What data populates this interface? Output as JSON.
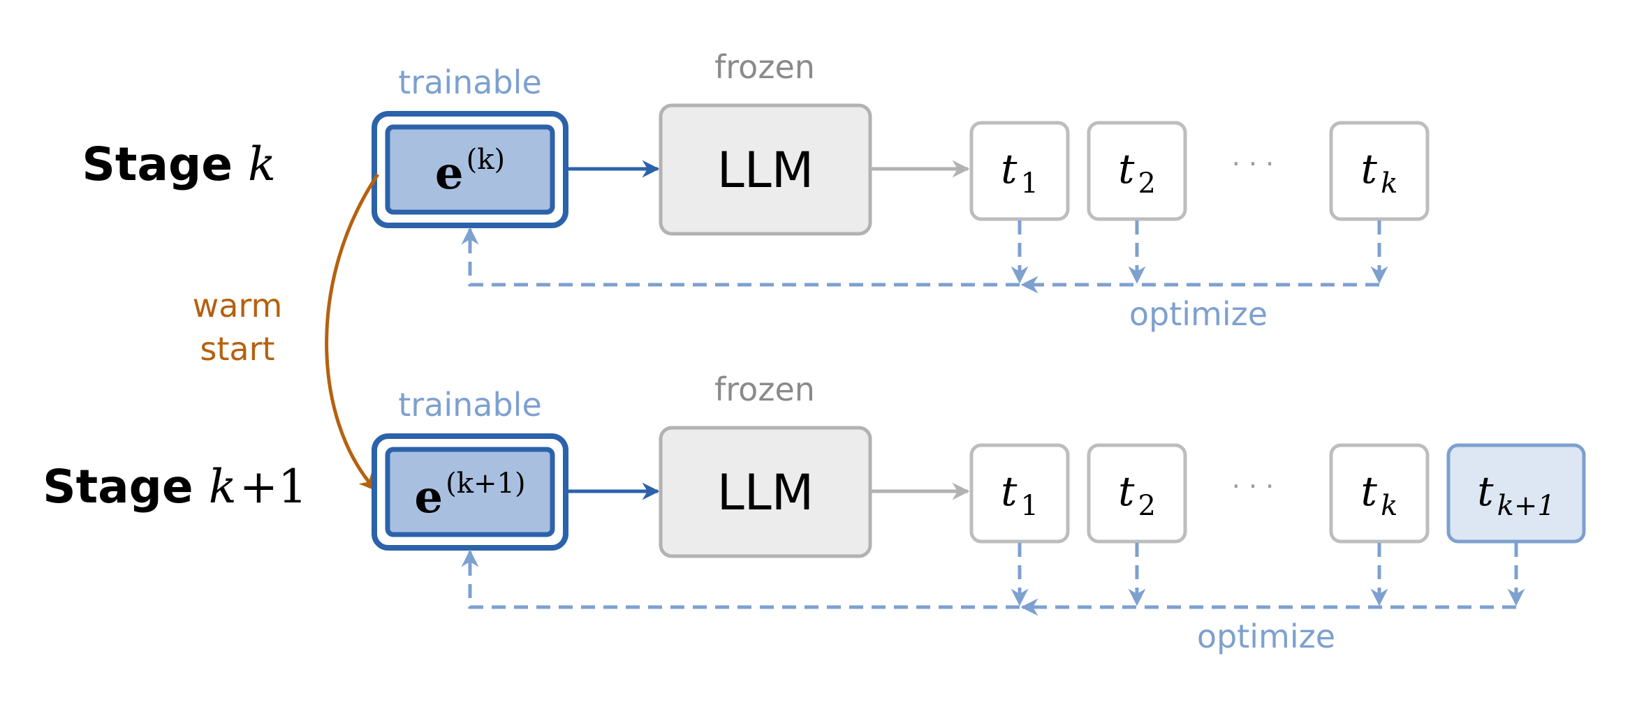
{
  "colors": {
    "embed_fill": "#a9bfe0",
    "embed_stroke": "#2c62aa",
    "llm_fill": "#ececec",
    "llm_stroke": "#b2b2b2",
    "token_stroke": "#bdbdbd",
    "token_new_fill": "#dde6f3",
    "token_new_stroke": "#7da0cf",
    "optimize": "#7da0cf",
    "gray_text": "#8a8a8a",
    "warm": "#b5610f",
    "black": "#000000"
  },
  "stage1": {
    "label_word": "Stage",
    "label_var": "k",
    "trainable": "trainable",
    "frozen": "frozen",
    "embed_base": "e",
    "embed_sup": "(k)",
    "llm": "LLM",
    "tokens": [
      {
        "base": "t",
        "sub": "1"
      },
      {
        "base": "t",
        "sub": "2"
      },
      {
        "base": "t",
        "sub": "k"
      }
    ],
    "ellipsis": "· · ·",
    "optimize": "optimize"
  },
  "stage2": {
    "label_word": "Stage",
    "label_var": "k",
    "label_suffix": "+1",
    "trainable": "trainable",
    "frozen": "frozen",
    "embed_base": "e",
    "embed_sup": "(k+1)",
    "llm": "LLM",
    "tokens": [
      {
        "base": "t",
        "sub": "1"
      },
      {
        "base": "t",
        "sub": "2"
      },
      {
        "base": "t",
        "sub": "k"
      },
      {
        "base": "t",
        "sub": "k+1"
      }
    ],
    "ellipsis": "· · ·",
    "optimize": "optimize"
  },
  "warm_start": {
    "line1": "warm",
    "line2": "start"
  }
}
